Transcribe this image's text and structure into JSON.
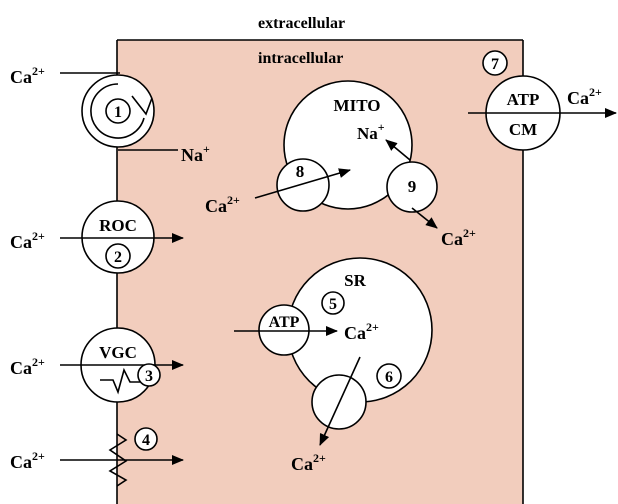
{
  "labels": {
    "extracellular": "extracellular",
    "intracellular": "intracellular",
    "mito": "MITO",
    "sr": "SR",
    "roc": "ROC",
    "vgc": "VGC",
    "atp_pump_top": "ATP",
    "atp_pump_bottom": "CM",
    "atp_sr": "ATP"
  },
  "ions": {
    "ca_base": "Ca",
    "ca_charge": "2+",
    "na_base": "Na",
    "na_charge": "+"
  },
  "numbers": {
    "n1": "1",
    "n2": "2",
    "n3": "3",
    "n4": "4",
    "n5": "5",
    "n6": "6",
    "n7": "7",
    "n8": "8",
    "n9": "9"
  },
  "colors": {
    "cell_fill": "#f2cdbd",
    "membrane_stroke": "#000000",
    "background": "#ffffff"
  }
}
